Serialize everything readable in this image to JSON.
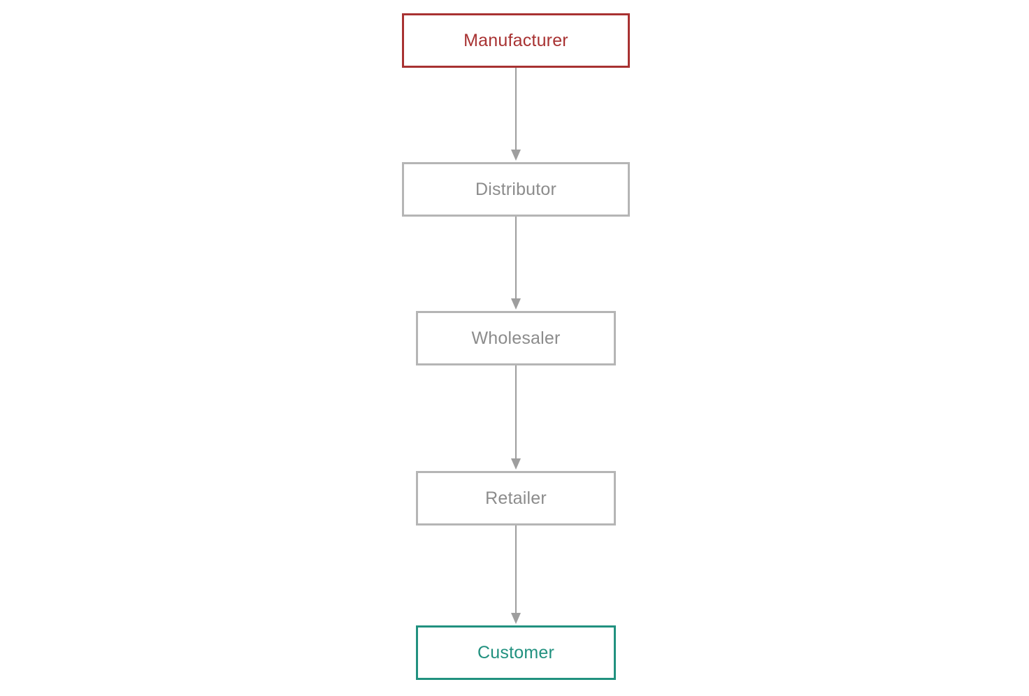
{
  "diagram": {
    "nodes": {
      "manufacturer": "Manufacturer",
      "distributor": "Distributor",
      "wholesaler": "Wholesaler",
      "retailer": "Retailer",
      "customer": "Customer"
    },
    "edges": [
      {
        "from": "manufacturer",
        "to": "distributor"
      },
      {
        "from": "distributor",
        "to": "wholesaler"
      },
      {
        "from": "wholesaler",
        "to": "retailer"
      },
      {
        "from": "retailer",
        "to": "customer"
      }
    ],
    "colors": {
      "start": "#a83232",
      "intermediate": "#b5b5b5",
      "intermediate_text": "#8c8c8c",
      "end": "#21917f",
      "connector": "#9e9e9e"
    }
  }
}
